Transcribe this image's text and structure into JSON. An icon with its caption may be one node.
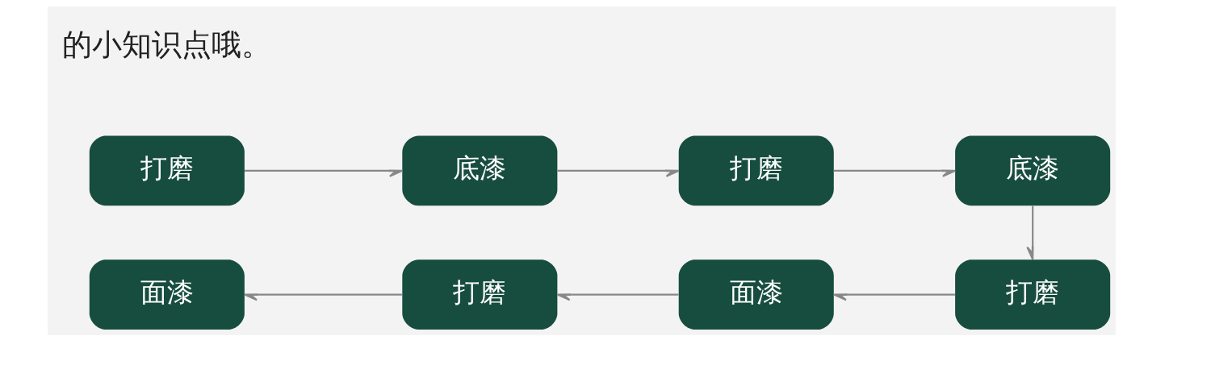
{
  "diagram": {
    "nodes": [
      {
        "text": [
          "打磨"
        ]
      },
      {
        "text": [
          "底漆"
        ]
      },
      {
        "text": [
          "打磨"
        ]
      },
      {
        "text": [
          "底漆"
        ]
      },
      {
        "text": [
          "打磨"
        ]
      },
      {
        "text": [
          "面漆"
        ]
      },
      {
        "text": [
          "打磨"
        ]
      },
      {
        "text": [
          "面漆"
        ]
      }
    ],
    "edges": [
      {
        "from": 0,
        "to": 1,
        "arrow": "to"
      },
      {
        "from": 1,
        "to": 2,
        "arrow": "to"
      },
      {
        "from": 2,
        "to": 3,
        "arrow": "to"
      },
      {
        "from": 3,
        "to": 4,
        "arrow": "to"
      },
      {
        "from": 4,
        "to": 5,
        "arrow": "to"
      },
      {
        "from": 5,
        "to": 6,
        "arrow": "to"
      },
      {
        "from": 6,
        "to": 7,
        "arrow": "to"
      }
    ],
    "labels": [
      "的小知识点哦。"
    ]
  }
}
